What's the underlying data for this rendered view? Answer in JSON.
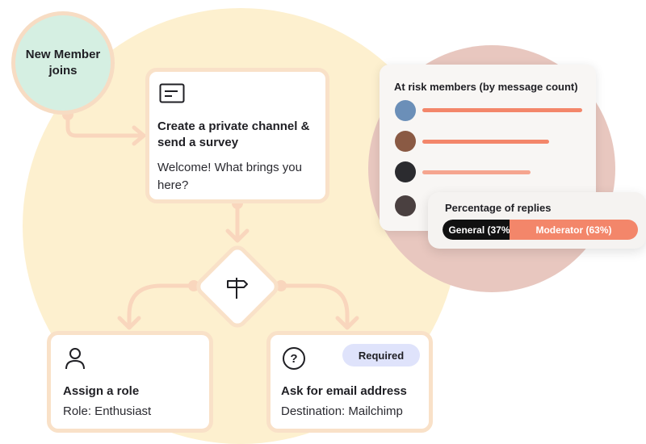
{
  "colors": {
    "background_circle": "#fdf0cf",
    "pink_circle": "#e8c7bf",
    "start_fill": "#d5efe2",
    "connector": "#f9d6bd",
    "card_border": "#f9e1c8",
    "badge_fill": "#dfe3fb",
    "bar_primary": "#f3866a",
    "bar_light": "#f5a58f",
    "pill_dark": "#111111",
    "pill_orange": "#f3866a"
  },
  "start_node": {
    "label": "New Member joins"
  },
  "step_survey": {
    "icon": "message-card-icon",
    "title": "Create a private channel & send a survey",
    "message": "Welcome! What brings you here?"
  },
  "decision": {
    "icon": "signpost-icon"
  },
  "step_role": {
    "icon": "user-icon",
    "title": "Assign a role",
    "detail": "Role: Enthusiast"
  },
  "step_email": {
    "icon": "question-circle-icon",
    "badge": "Required",
    "title": "Ask for email address",
    "detail": "Destination: Mailchimp"
  },
  "at_risk_panel": {
    "title": "At risk members (by message count)",
    "members": [
      {
        "avatar": "avatar-1",
        "relative_count": 1.0
      },
      {
        "avatar": "avatar-2",
        "relative_count": 0.79
      },
      {
        "avatar": "avatar-3",
        "relative_count": 0.67
      },
      {
        "avatar": "avatar-4",
        "relative_count": null
      }
    ]
  },
  "replies_panel": {
    "title": "Percentage of replies",
    "segments": [
      {
        "label": "General (37%)",
        "percent": 37
      },
      {
        "label": "Moderator (63%)",
        "percent": 63
      }
    ]
  }
}
